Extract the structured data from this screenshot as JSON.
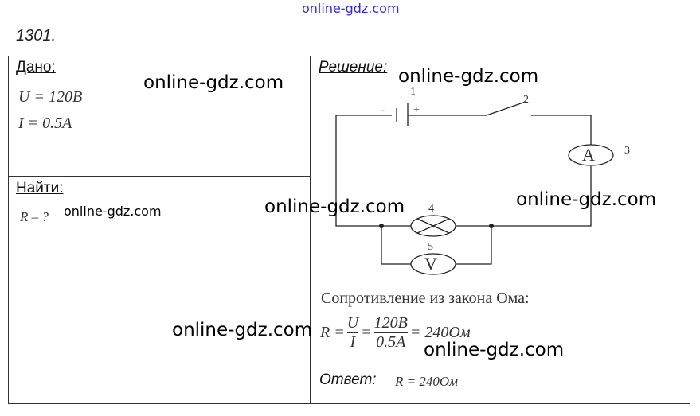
{
  "watermark_top": "online-gdz.com",
  "watermark": "online-gdz.com",
  "problem_number": "1301.",
  "given": {
    "heading": "Дано:",
    "lines": [
      "U = 120B",
      "I = 0.5A"
    ]
  },
  "find": {
    "heading": "Найти:",
    "value": "R – ?"
  },
  "solution": {
    "heading": "Решение:",
    "circuit_labels": [
      "1",
      "2",
      "3",
      "4",
      "5"
    ],
    "battery_minus": "-",
    "battery_plus": "+",
    "ammeter": "A",
    "voltmeter": "V",
    "text": "Сопротивление из закона Ома:",
    "formula": {
      "lhs": "R =",
      "num1": "U",
      "den1": "I",
      "eq": "=",
      "num2": "120B",
      "den2": "0.5A",
      "result": "= 240Ом"
    },
    "answer_label": "Ответ:",
    "answer_value": "R = 240Ом"
  }
}
